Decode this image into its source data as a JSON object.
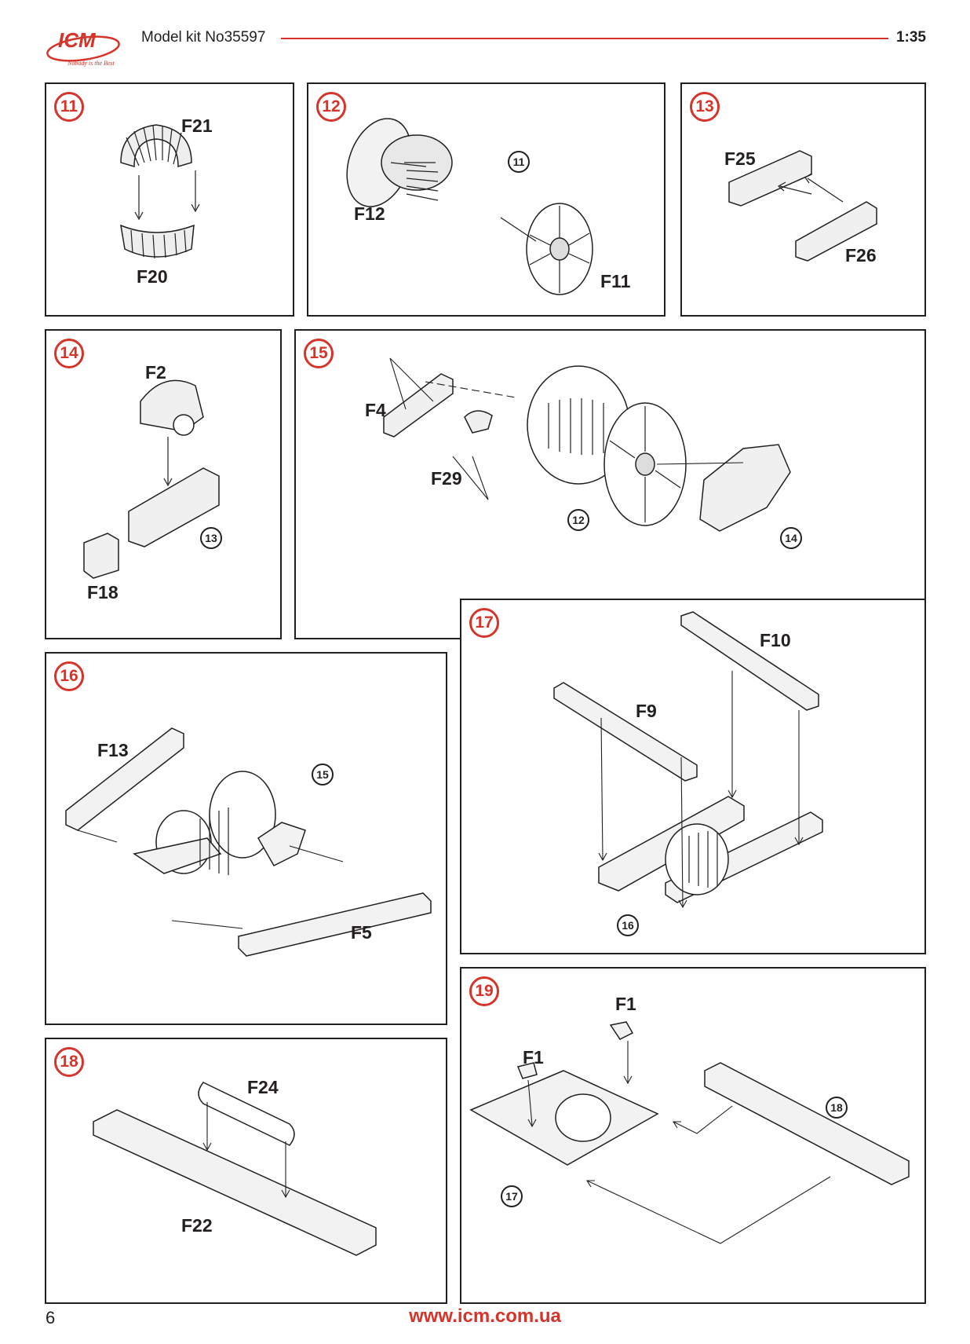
{
  "header": {
    "logo_text": "ICM",
    "logo_tagline": "Nobody is the Best",
    "kit_title": "Model kit No35597",
    "scale": "1:35"
  },
  "colors": {
    "accent": "#d6332a",
    "ink": "#231f20"
  },
  "steps": [
    {
      "number": "11",
      "parts": [
        "F21",
        "F20"
      ]
    },
    {
      "number": "12",
      "parts": [
        "F12",
        "F11"
      ],
      "refs": [
        "11"
      ]
    },
    {
      "number": "13",
      "parts": [
        "F25",
        "F26"
      ]
    },
    {
      "number": "14",
      "parts": [
        "F2",
        "F18"
      ],
      "refs": [
        "13"
      ]
    },
    {
      "number": "15",
      "parts": [
        "F4",
        "F29"
      ],
      "refs": [
        "12",
        "14"
      ]
    },
    {
      "number": "16",
      "parts": [
        "F13",
        "F5"
      ],
      "refs": [
        "15"
      ]
    },
    {
      "number": "17",
      "parts": [
        "F10",
        "F9"
      ],
      "refs": [
        "16"
      ]
    },
    {
      "number": "18",
      "parts": [
        "F24",
        "F22"
      ]
    },
    {
      "number": "19",
      "parts": [
        "F1",
        "F1"
      ],
      "refs": [
        "18",
        "17"
      ]
    }
  ],
  "footer": {
    "page_number": "6",
    "website": "www.icm.com.ua"
  }
}
